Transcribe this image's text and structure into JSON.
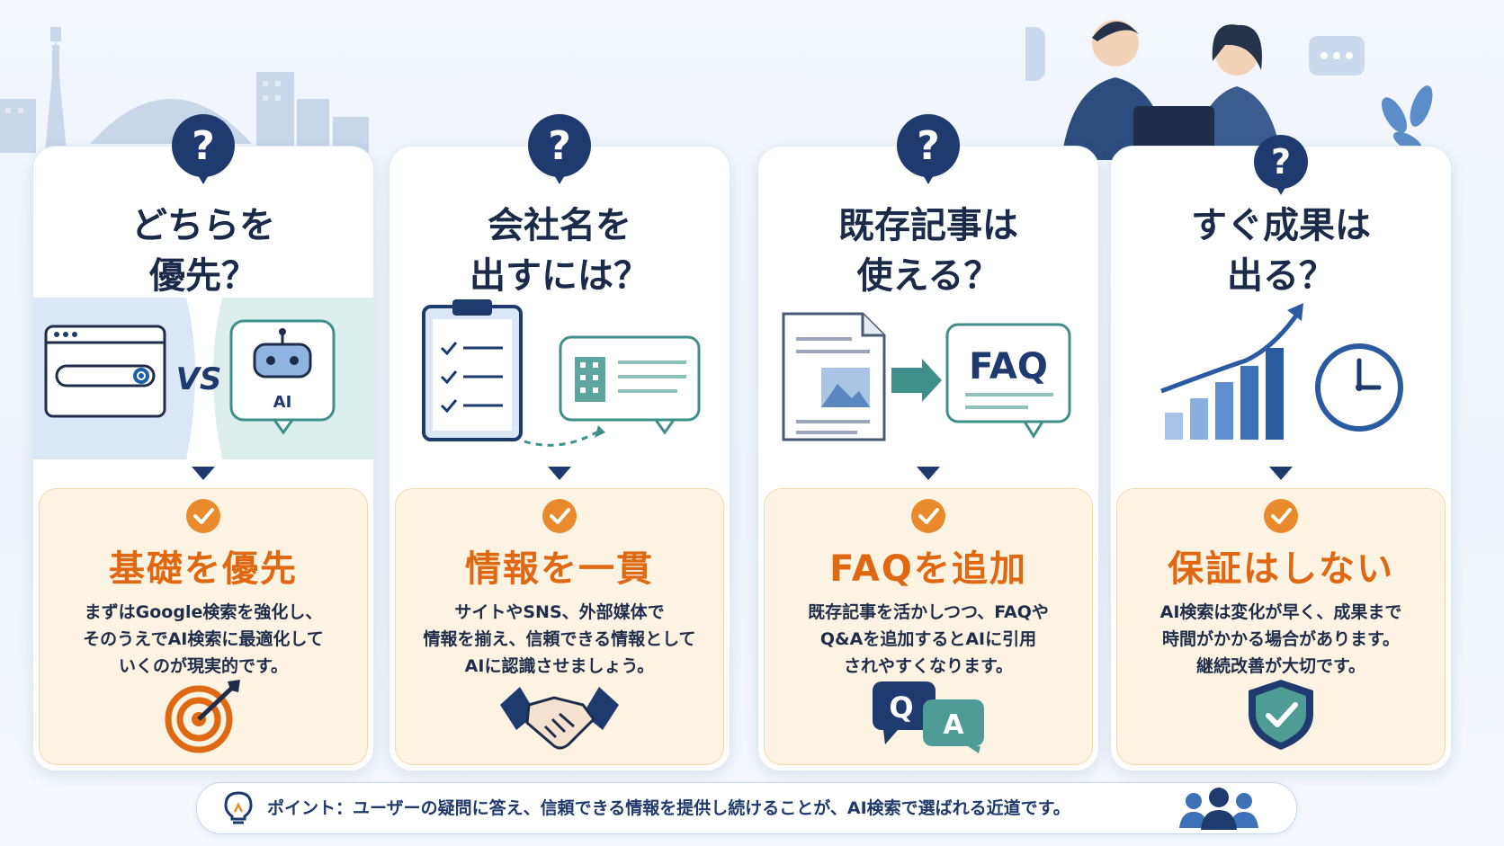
{
  "colors": {
    "navy": "#1e3a6e",
    "orange": "#e06812",
    "answer_bg": "#fdf3e2",
    "teal": "#3f8f8a"
  },
  "cards": [
    {
      "question_lines": [
        "どちらを",
        "優先？"
      ],
      "vs_label": "VS",
      "ai_label": "AI",
      "answer_title": "基礎を優先",
      "answer_lines": [
        "まずはGoogle検索を強化し、",
        "そのうえでAI検索に最適化して",
        "いくのが現実的です。"
      ],
      "icon": "target-icon"
    },
    {
      "question_lines": [
        "会社名を",
        "出すには？"
      ],
      "answer_title": "情報を一貫",
      "answer_lines": [
        "サイトやSNS、外部媒体で",
        "情報を揃え、信頼できる情報として",
        "AIに認識させましょう。"
      ],
      "icon": "handshake-icon"
    },
    {
      "question_lines": [
        "既存記事は",
        "使える？"
      ],
      "faq_label": "FAQ",
      "answer_title": "FAQを追加",
      "answer_lines": [
        "既存記事を活かしつつ、FAQや",
        "Q&Aを追加するとAIに引用",
        "されやすくなります。"
      ],
      "q_label": "Q",
      "a_label": "A",
      "icon": "qa-bubbles-icon"
    },
    {
      "question_lines": [
        "すぐ成果は",
        "出る？"
      ],
      "answer_title": "保証はしない",
      "answer_lines": [
        "AI検索は変化が早く、成果まで",
        "時間がかかる場合があります。",
        "継続改善が大切です。"
      ],
      "icon": "shield-check-icon"
    }
  ],
  "footer": {
    "text": "ポイント：ユーザーの疑問に答え、信頼できる情報を提供し続けることが、AI検索で選ばれる近道です。",
    "icon": "lightbulb-icon"
  }
}
